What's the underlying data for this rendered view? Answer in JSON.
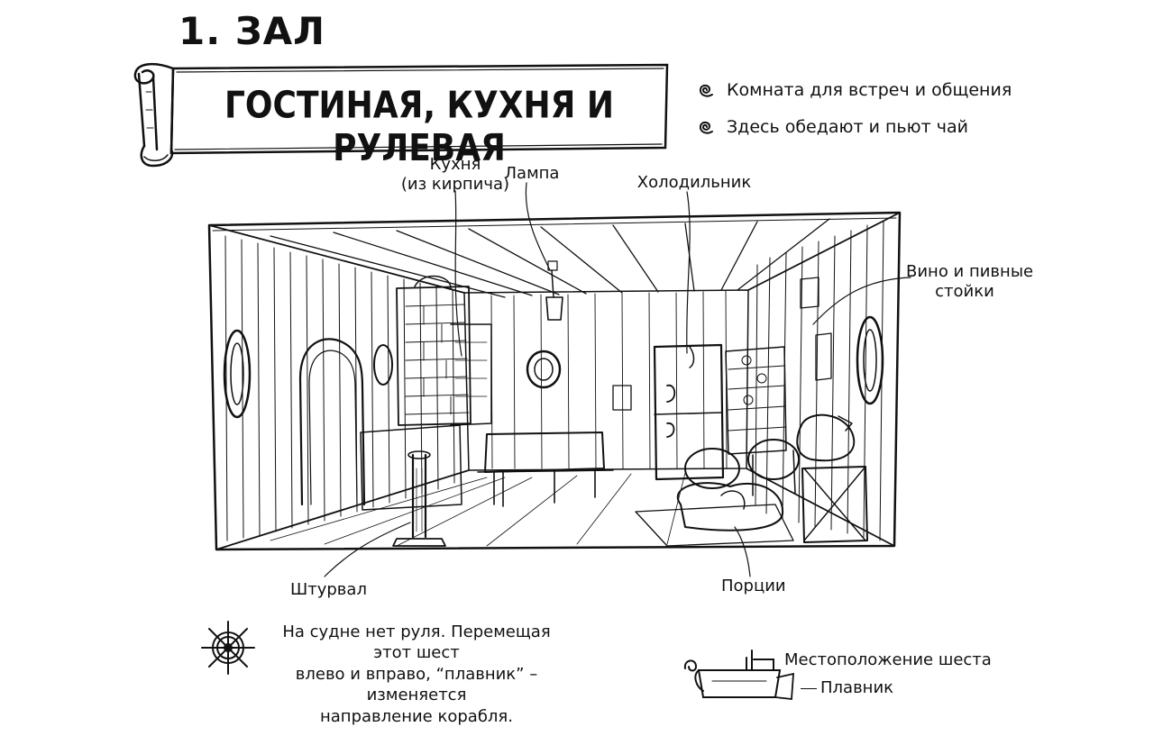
{
  "section": {
    "number": "1.",
    "name": "ЗАЛ"
  },
  "banner": {
    "title": "ГОСТИНАЯ, КУХНЯ И РУЛЕВАЯ"
  },
  "bullets": [
    {
      "text": "Комната для встреч и общения"
    },
    {
      "text": "Здесь обедают и пьют чай"
    }
  ],
  "labels": {
    "kitchen_line1": "Кухня",
    "kitchen_line2": "(из кирпича)",
    "lamp": "Лампа",
    "fridge": "Холодильник",
    "wine_line1": "Вино и пивные",
    "wine_line2": "стойки",
    "helm": "Штурвал",
    "portions": "Порции"
  },
  "note": {
    "line1": "На судне нет руля. Перемещая этот шест",
    "line2": "влево и вправо, “плавник” – изменяется",
    "line3": "направление корабля."
  },
  "boat_diagram": {
    "pole_position": "Местоположение шеста",
    "fin": "Плавник"
  }
}
